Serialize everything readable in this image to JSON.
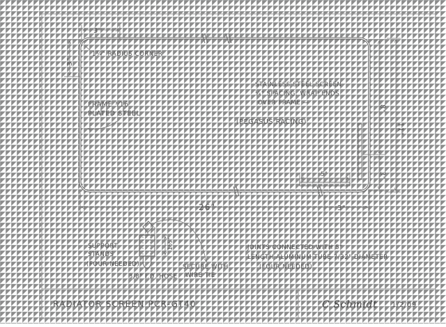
{
  "diagram": {
    "corner_radius_note": "1¼\" RADIUS CORNER",
    "frame_note_line1": "FRAME ³⁄16",
    "frame_note_line2": "PLATED STEEL",
    "screen_note_line1": "STAINLESS STEEL SCREEN",
    "screen_note_line2": "¼\" SPACING. WRAP ENDS",
    "screen_note_line3": "OVER FRAME —",
    "screen_note_line4": "(PEGASUS RACING)",
    "dim_top_left": "3\"",
    "dim_left_top": "3\"",
    "dim_right_upper": "8\"",
    "dim_right_total": "11\"",
    "dim_right_lower": "3\"",
    "dim_slot": "5\"",
    "dim_bottom_total": "26\"",
    "dim_bottom_right": "3\"",
    "stand_note_line1": "SUPPORT",
    "stand_note_line2": "STANDS",
    "stand_note_line3": "(FOUR NEEDED)",
    "stand_dim": "1½\"",
    "hose_note": "3/8\" I.D. HOSE",
    "wire_note_line1": "SECURE WITH",
    "wire_note_line2": "WIRE TIE",
    "joint_note_line1": "JOINTS CONNECTED WITH 5\"",
    "joint_note_line2": "LENGTH ALUMINUM TUBE 7/32\" DIAMETER",
    "joint_note_line3": "(FOUR NEEDED)"
  },
  "title_block": {
    "title": "RADIATOR SCREEN   PCR-GT40",
    "signature": "C Schmidt",
    "date": "1/2/09"
  }
}
